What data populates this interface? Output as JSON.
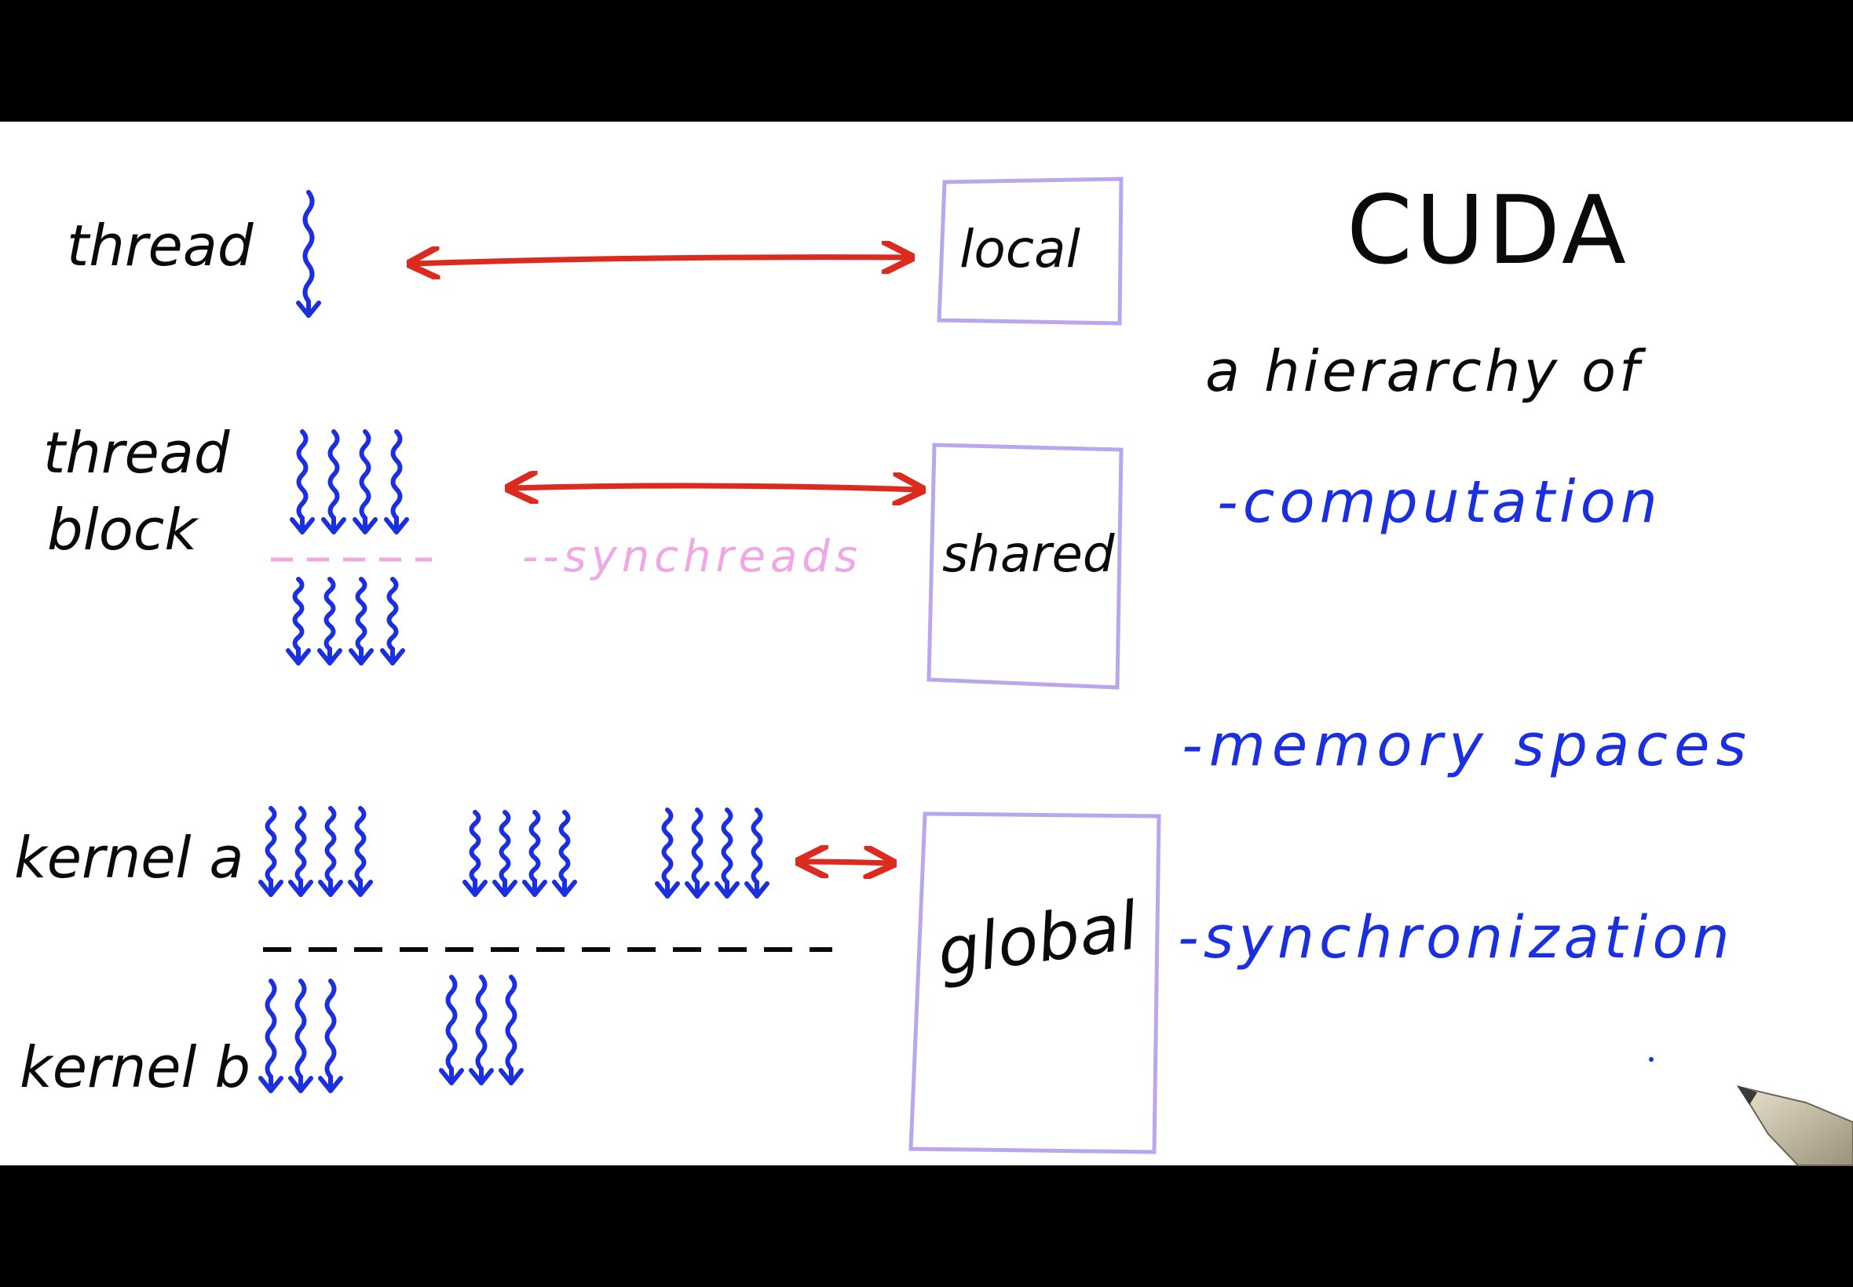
{
  "colors": {
    "letterbox": "#000000",
    "board": "#ffffff",
    "ink": "#0a0a0a",
    "blue": "#1a2fe0",
    "red": "#dc2a1f",
    "lavender": "#b9a6ec",
    "pink": "#f0a8e4"
  },
  "left_labels": {
    "thread": "thread",
    "thread_block_line1": "thread",
    "thread_block_line2": "block",
    "kernel_a": "kernel a",
    "kernel_b": "kernel b"
  },
  "memory_labels": {
    "local": "local",
    "shared": "shared",
    "global": "global"
  },
  "sync_label": "--synchreads",
  "right_panel": {
    "title": "CUDA",
    "subtitle": "a hierarchy of",
    "items": [
      "-computation",
      "-memory spaces",
      "-synchronization"
    ]
  },
  "icons": {
    "thread_arrow": "wavy-down-arrow-icon",
    "pen": "pen-icon"
  }
}
